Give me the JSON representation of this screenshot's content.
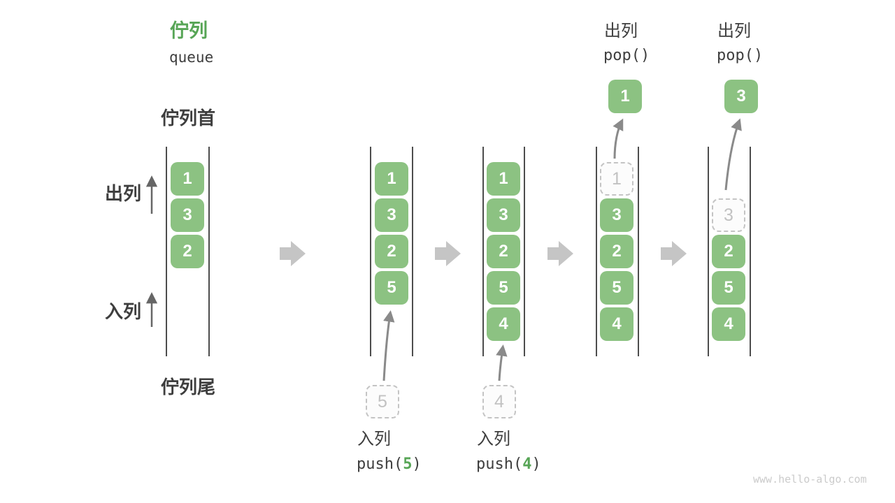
{
  "header": {
    "title_zh": "佇列",
    "title_en": "queue"
  },
  "labels": {
    "queue_front": "佇列首",
    "queue_rear": "佇列尾",
    "dequeue": "出列",
    "enqueue": "入列"
  },
  "states": [
    {
      "name": "initial",
      "cells": [
        {
          "v": "1"
        },
        {
          "v": "3"
        },
        {
          "v": "2"
        }
      ]
    },
    {
      "name": "after-push-5",
      "cells": [
        {
          "v": "1"
        },
        {
          "v": "3"
        },
        {
          "v": "2"
        },
        {
          "v": "5"
        }
      ],
      "incoming": "5"
    },
    {
      "name": "after-push-4",
      "cells": [
        {
          "v": "1"
        },
        {
          "v": "3"
        },
        {
          "v": "2"
        },
        {
          "v": "5"
        },
        {
          "v": "4"
        }
      ],
      "incoming": "4"
    },
    {
      "name": "after-pop-1",
      "removed": "1",
      "cells": [
        {
          "v": "3"
        },
        {
          "v": "2"
        },
        {
          "v": "5"
        },
        {
          "v": "4"
        }
      ],
      "popped": "1"
    },
    {
      "name": "after-pop-3",
      "removed": "3",
      "cells": [
        {
          "v": "2"
        },
        {
          "v": "5"
        },
        {
          "v": "4"
        }
      ],
      "popped": "3"
    }
  ],
  "operations": {
    "push5": {
      "label": "入列",
      "fn": "push(",
      "arg": "5",
      "close": ")"
    },
    "push4": {
      "label": "入列",
      "fn": "push(",
      "arg": "4",
      "close": ")"
    },
    "pop1": {
      "label": "出列",
      "code": "pop()"
    },
    "pop2": {
      "label": "出列",
      "code": "pop()"
    }
  },
  "watermark": "www.hello-algo.com",
  "colors": {
    "accent_green": "#57A556",
    "box_green": "#8CC282",
    "box_number_text": "#FFFFFF",
    "ghost_border": "#C4C4C4",
    "ghost_text": "#C2C2C2",
    "text_dark": "#3E3E3E",
    "curved_arrow_gray": "#8A8A8A",
    "block_arrow_gray": "#C5C5C5",
    "rail_dark": "#4D4D4D",
    "watermark_gray": "#CBCBCB"
  }
}
